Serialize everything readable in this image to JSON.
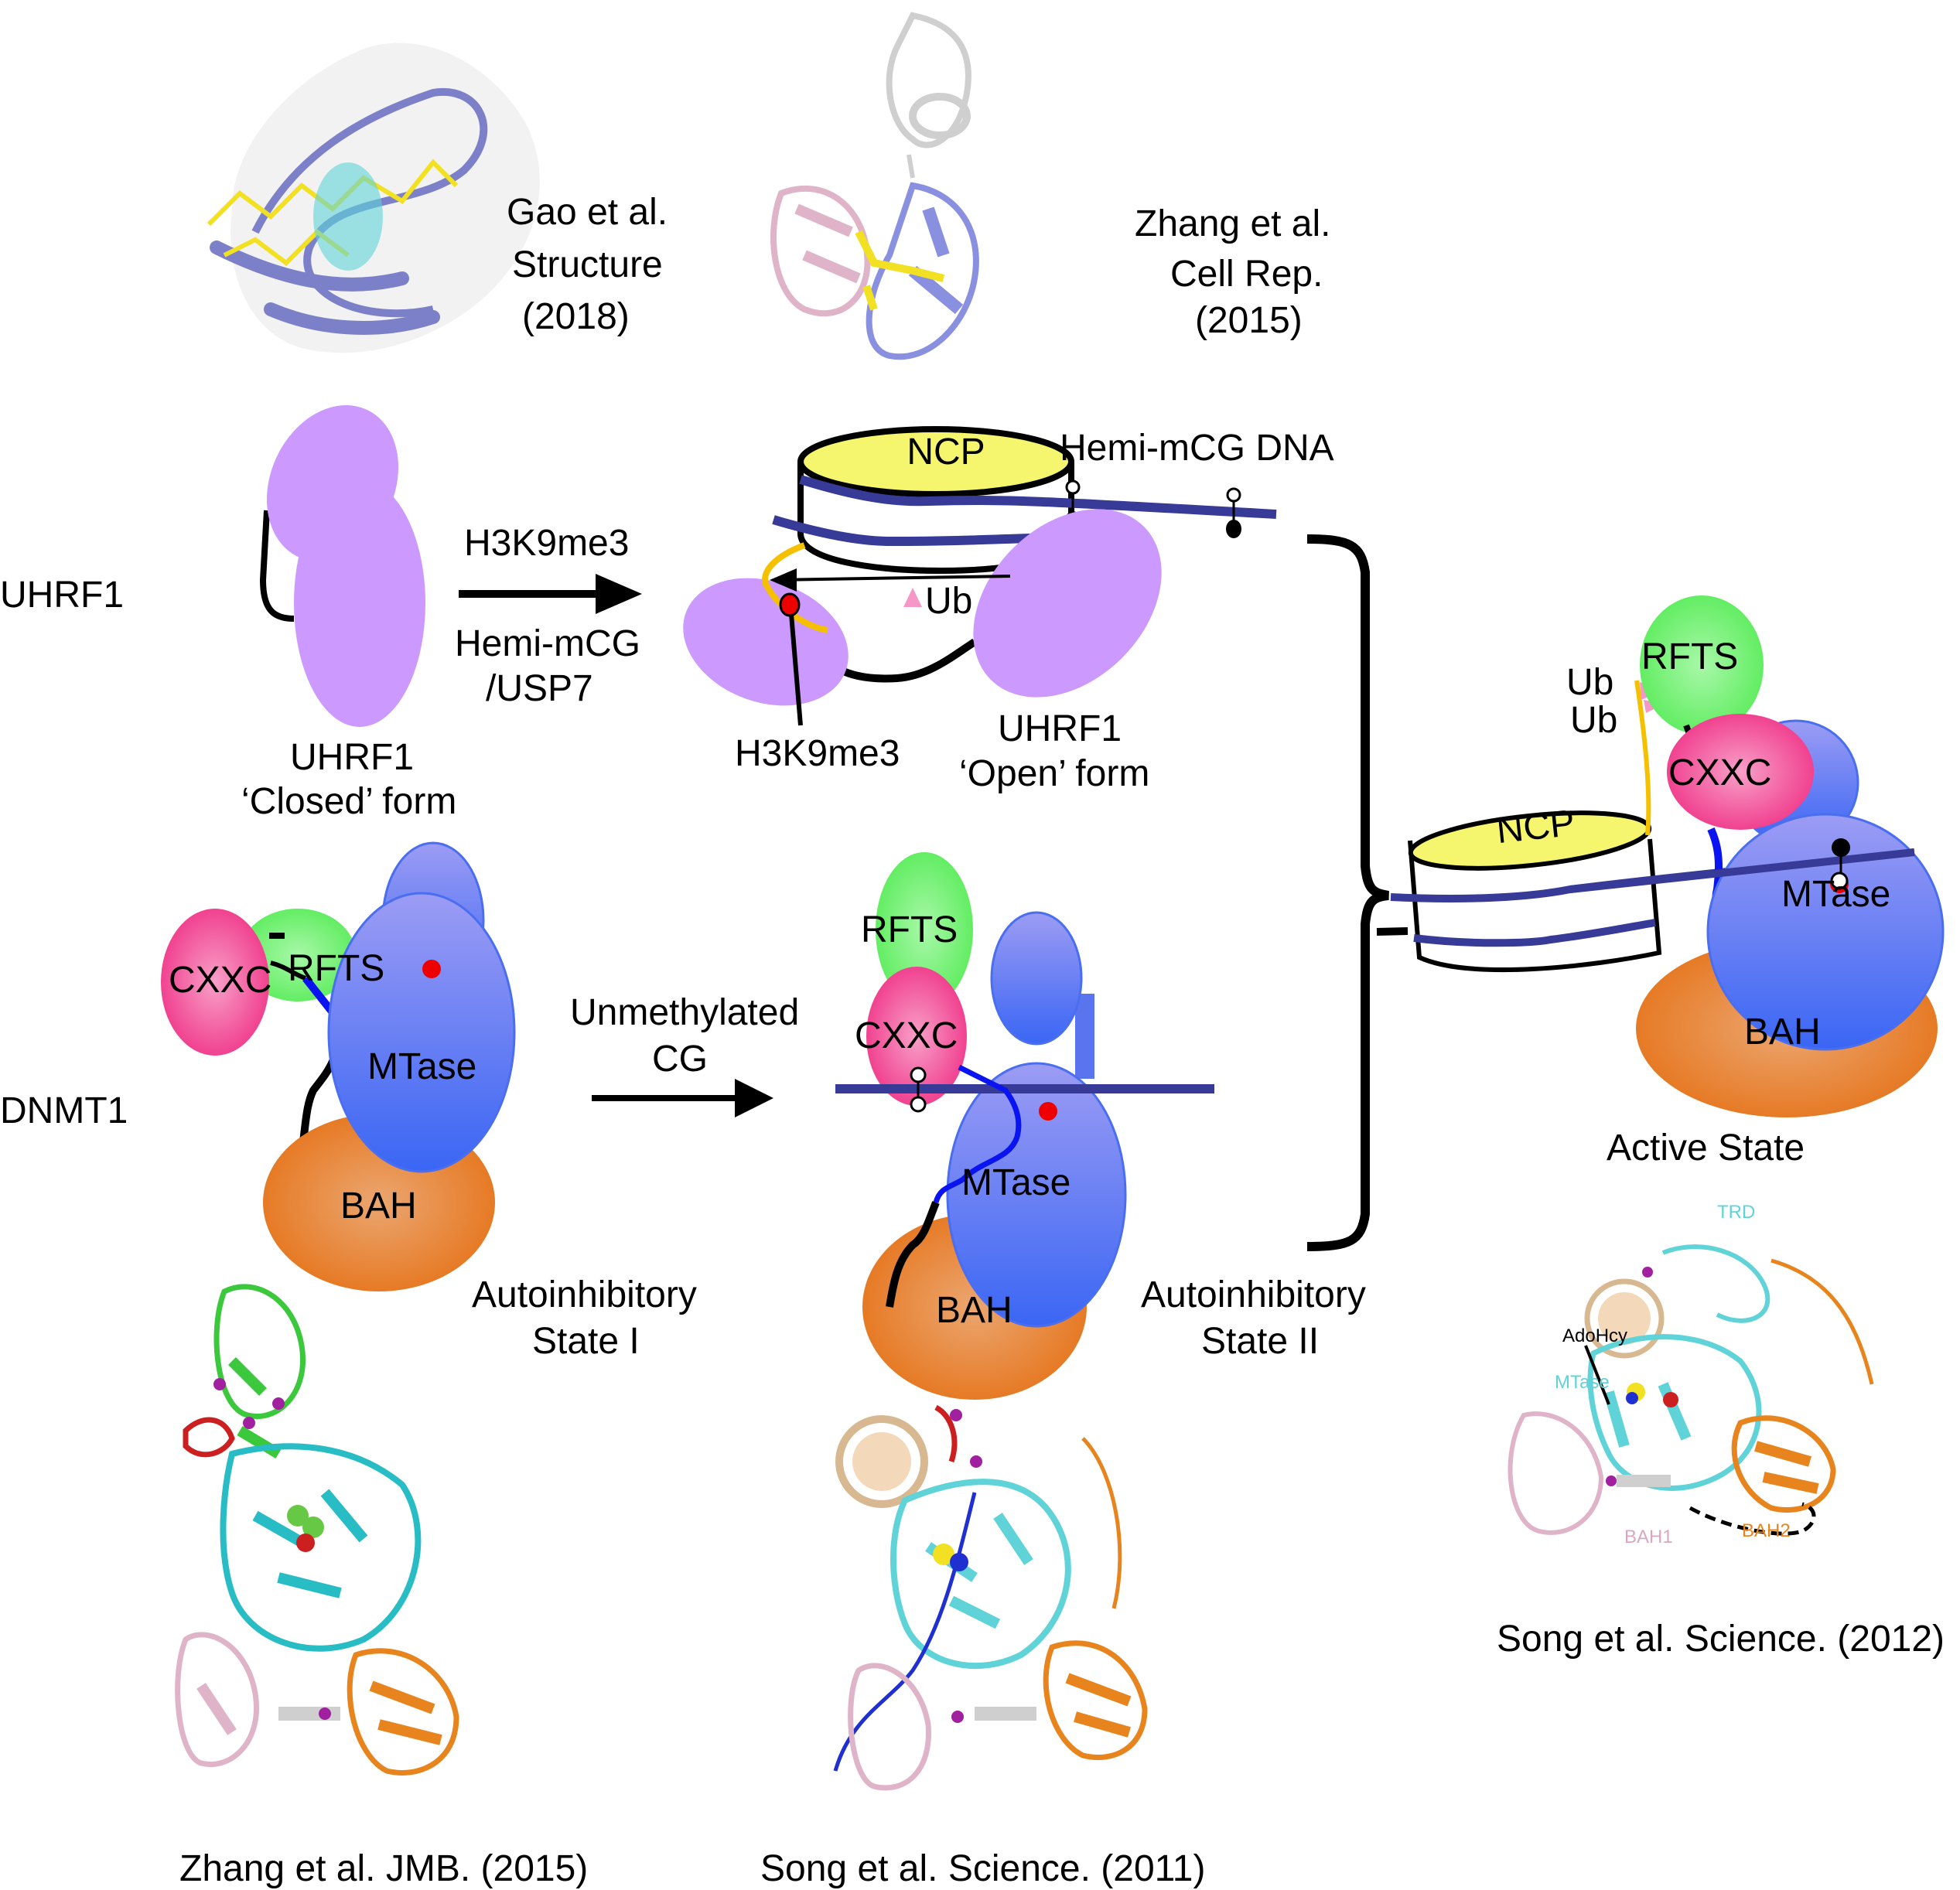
{
  "figure": {
    "row_labels": {
      "uhrf1": "UHRF1",
      "dnmt1": "DNMT1"
    },
    "references": {
      "gao": [
        "Gao et al.",
        "Structure",
        "(2018)"
      ],
      "zhang_cellrep": [
        "Zhang et al.",
        "Cell Rep.",
        "(2015)"
      ],
      "zhang_jmb": "Zhang et al. JMB.  (2015)",
      "song_2011": "Song et al. Science. (2011)",
      "song_2012": "Song et al. Science. (2012)"
    },
    "uhrf1_row": {
      "arrow_top_label": "H3K9me3",
      "arrow_bottom_label": [
        "Hemi-mCG",
        "/USP7"
      ],
      "closed_form": [
        "UHRF1",
        "‘Closed’ form"
      ],
      "open_form": [
        "UHRF1",
        "‘Open’ form"
      ],
      "h3k9me3_pointer": "H3K9me3",
      "dna_label": "Hemi-mCG DNA",
      "ncp_label": "NCP",
      "ub_label": "Ub"
    },
    "dnmt1_row": {
      "arrow_label": [
        "Unmethylated",
        "CG"
      ],
      "state1": [
        "Autoinhibitory",
        "State I"
      ],
      "state2": [
        "Autoinhibitory",
        "State II"
      ],
      "active": "Active State",
      "domains": {
        "cxxc": "CXXC",
        "rfts": "RFTS",
        "mtase": "MTase",
        "bah": "BAH",
        "ncp": "NCP"
      },
      "ub_labels": [
        "Ub",
        "Ub"
      ]
    },
    "structure_labels": {
      "trd": "TRD",
      "adohcy": "AdoHcy",
      "mtase": "MTase",
      "bah1": "BAH1",
      "bah2": "BAH2"
    },
    "colors": {
      "uhrf1": "#cc99ff",
      "ncp": "#f5f56e",
      "dna": "#373a96",
      "histone_tail": "#f5c000",
      "ub": "#f598c8",
      "cxxc": "#f23c8c",
      "rfts": "#66f066",
      "mtase": "#4a6ef0",
      "bah": "#e87820",
      "linker_blue": "#0a14f0",
      "methyl_red": "#ee0000",
      "structure_cyan": "#5fd3d8",
      "structure_orange": "#e8841e",
      "structure_pink": "#e0b4c8",
      "structure_slate": "#7c80c8",
      "structure_green": "#3cc83c",
      "structure_red": "#cc2020"
    }
  }
}
